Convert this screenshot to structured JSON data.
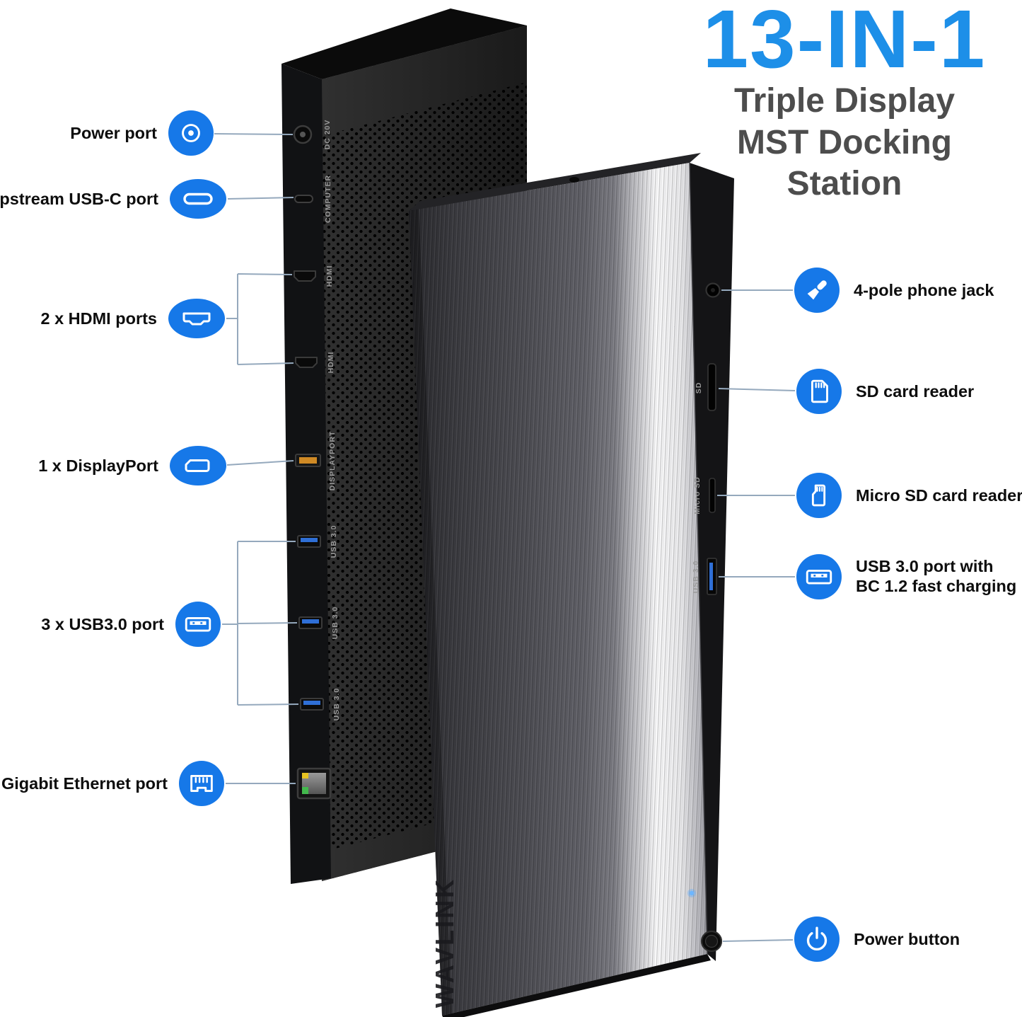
{
  "title": {
    "main": "13-IN-1",
    "sub_line1": "Triple Display",
    "sub_line2": "MST Docking Station"
  },
  "left_callouts": [
    {
      "label": "Power port",
      "icon": "power-port-icon"
    },
    {
      "label": "Upstream USB-C port",
      "icon": "usb-c-icon"
    },
    {
      "label": "2 x HDMI ports",
      "icon": "hdmi-icon"
    },
    {
      "label": "1 x DisplayPort",
      "icon": "displayport-icon"
    },
    {
      "label": "3 x USB3.0 port",
      "icon": "usb-a-port-icon"
    },
    {
      "label": "Gigabit Ethernet port",
      "icon": "ethernet-icon"
    }
  ],
  "right_callouts": [
    {
      "label": "4-pole phone jack",
      "icon": "microphone-icon"
    },
    {
      "label": "SD card reader",
      "icon": "sd-card-icon"
    },
    {
      "label": "Micro SD card reader",
      "icon": "micro-sd-card-icon"
    },
    {
      "label_line1": "USB 3.0 port with",
      "label_line2": "BC 1.2 fast charging",
      "icon": "usb-charging-icon"
    },
    {
      "label": "Power button",
      "icon": "power-button-icon"
    }
  ],
  "rear_port_labels": [
    "DC 20V",
    "COMPUTER",
    "HDMI",
    "HDMI",
    "DISPLAYPORT",
    "USB 3.0",
    "USB 3.0",
    "USB 3.0"
  ],
  "side_port_labels": [
    "SD",
    "Micro SD",
    "USB 3.0"
  ],
  "brand": "WAVLINK",
  "colors": {
    "accent_badge_blue": "#1678e8",
    "title_blue": "#1d8fe8",
    "subtitle_gray": "#4d4d4d",
    "callout_line_gray": "#95a9bd",
    "displayport_orange": "#d08a25",
    "usb_port_blue": "#2f6fd6",
    "ethernet_led_yellow": "#e7c322",
    "ethernet_led_green": "#43b94d"
  }
}
